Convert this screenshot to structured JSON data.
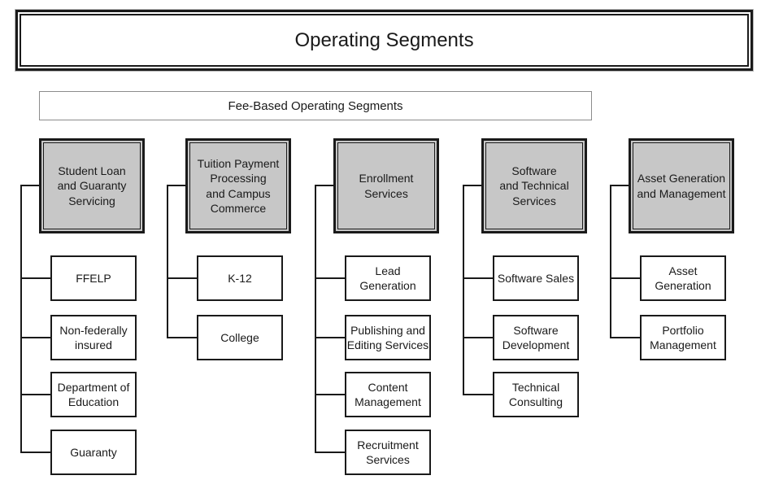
{
  "title": "Operating Segments",
  "group": {
    "label": "Fee-Based Operating Segments"
  },
  "segments": [
    {
      "label": "Student Loan\nand Guaranty\nServicing",
      "children": [
        "FFELP",
        "Non-federally\ninsured",
        "Department of\nEducation",
        "Guaranty"
      ]
    },
    {
      "label": "Tuition Payment\nProcessing\nand Campus\nCommerce",
      "children": [
        "K-12",
        "College"
      ]
    },
    {
      "label": "Enrollment\nServices",
      "children": [
        "Lead\nGeneration",
        "Publishing and\nEditing Services",
        "Content\nManagement",
        "Recruitment\nServices"
      ]
    },
    {
      "label": "Software\nand Technical\nServices",
      "children": [
        "Software Sales",
        "Software\nDevelopment",
        "Technical\nConsulting"
      ]
    },
    {
      "label": "Asset Generation\nand Management",
      "children": [
        "Asset\nGeneration",
        "Portfolio\nManagement"
      ]
    }
  ],
  "colors": {
    "background": "#ffffff",
    "ink": "#1a1a1a",
    "segment_fill": "#c7c7c7",
    "group_border": "#8c8c8c"
  }
}
